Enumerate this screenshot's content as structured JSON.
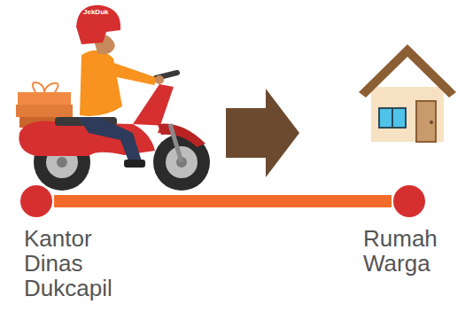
{
  "diagram": {
    "nodes": [
      {
        "text": [
          "Kantor Dinas Dukcapil"
        ]
      },
      {
        "text": [
          "Rumah Warga"
        ]
      }
    ],
    "edges": [
      {
        "from": 0,
        "to": 1,
        "arrow": "none"
      }
    ],
    "labels": [
      "JekDuk"
    ]
  }
}
